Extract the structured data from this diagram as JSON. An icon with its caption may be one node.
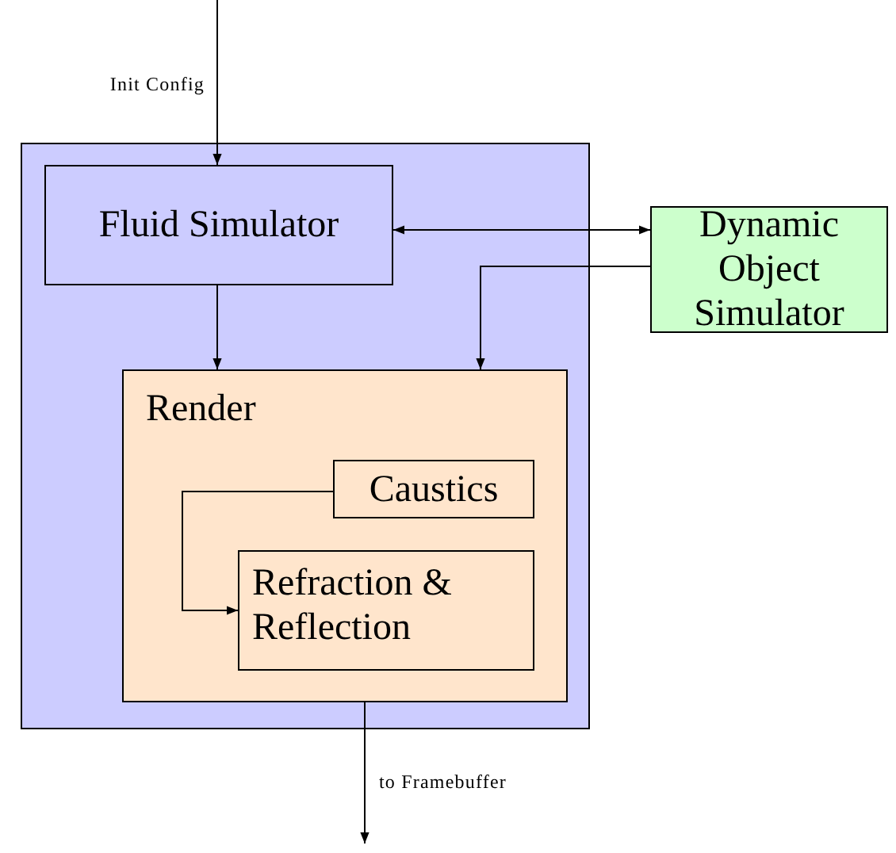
{
  "diagram": {
    "nodes": [
      {
        "text": [],
        "shape": "box"
      },
      {
        "text": [
          "Fluid Simulator"
        ],
        "in": 0
      },
      {
        "text": [
          "Dynamic Object Simulator"
        ]
      },
      {
        "text": [
          "Render"
        ],
        "in": 0
      },
      {
        "text": [
          "Caustics"
        ],
        "in": 3
      },
      {
        "text": [
          "Refraction & Reflection"
        ],
        "in": 3
      }
    ],
    "edges": [
      {
        "from": null,
        "to": 1,
        "arrow": "to",
        "label": "Init Config"
      },
      {
        "from": 1,
        "to": 2,
        "arrow": "both"
      },
      {
        "from": 1,
        "to": 3,
        "arrow": "to"
      },
      {
        "from": 2,
        "to": 3,
        "arrow": "to"
      },
      {
        "from": 4,
        "to": 5,
        "arrow": "to"
      },
      {
        "from": 3,
        "to": null,
        "arrow": "to",
        "label": "to Framebuffer"
      }
    ]
  }
}
